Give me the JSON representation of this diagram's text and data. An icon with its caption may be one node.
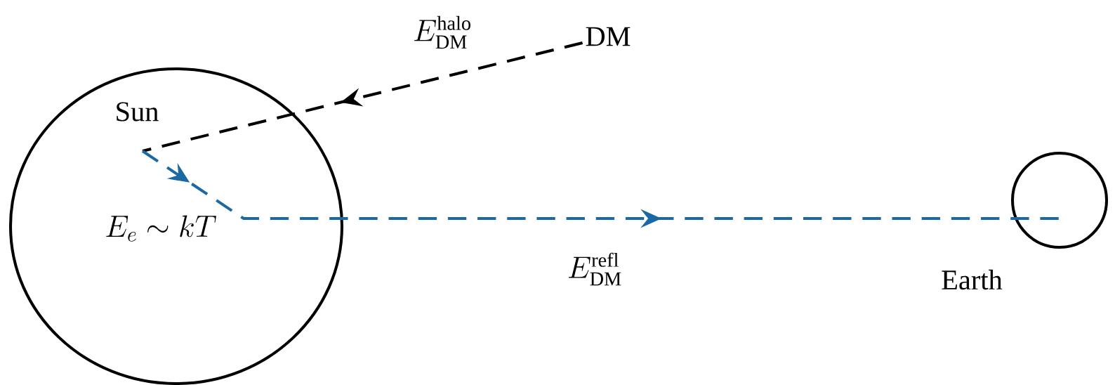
{
  "diagram": {
    "nodes": [
      {
        "text": [
          "Sun",
          "E_e \\sim kT"
        ]
      },
      {
        "text": [
          "DM"
        ]
      },
      {
        "text": [],
        "shape": "circle",
        "beside": [
          "Earth"
        ]
      }
    ],
    "edges": [
      {
        "from": 1,
        "to": 0,
        "arrow": "to",
        "style": "dashed",
        "label": "E_{\\mathrm{DM}}^{\\mathrm{halo}}"
      },
      {
        "from": 0,
        "to": 2,
        "arrow": "to",
        "style": "dashed",
        "color": "#1a69a4",
        "label": "E_{\\mathrm{DM}}^{\\mathrm{refl}}"
      }
    ]
  }
}
